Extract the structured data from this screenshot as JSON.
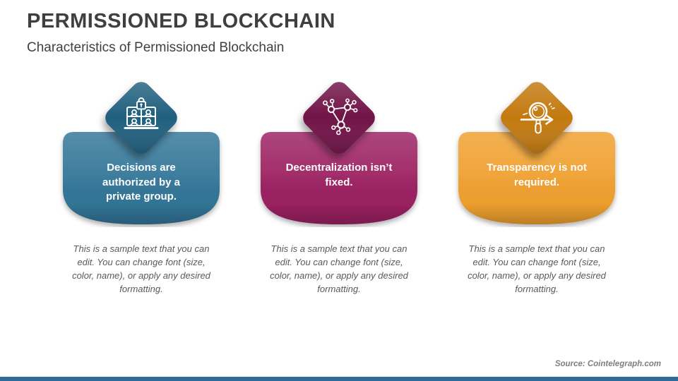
{
  "header": {
    "title": "PERMISSIONED BLOCKCHAIN",
    "subtitle": "Characteristics of Permissioned Blockchain"
  },
  "cards": [
    {
      "label": "Decisions are authorized by a private group.",
      "description": "This is a sample text that you can edit. You can change font (size, color, name), or apply any desired formatting.",
      "icon": "video-conference-lock-icon",
      "colors": {
        "body": "#337698",
        "diamond": "#20607F"
      }
    },
    {
      "label": "Decentralization isn’t fixed.",
      "description": "This is a sample text that you can edit. You can change font (size, color, name), or apply any desired formatting.",
      "icon": "network-nodes-icon",
      "colors": {
        "body": "#9C2162",
        "diamond": "#701347"
      }
    },
    {
      "label": "Transparency is not required.",
      "description": "This is a sample text that you can edit. You can change font (size, color, name), or apply any desired formatting.",
      "icon": "search-arrow-icon",
      "colors": {
        "body": "#F0A02F",
        "diamond": "#C3790F"
      }
    }
  ],
  "footer": {
    "source": "Source: Cointelegraph.com",
    "bar_color": "#2d6b99"
  }
}
